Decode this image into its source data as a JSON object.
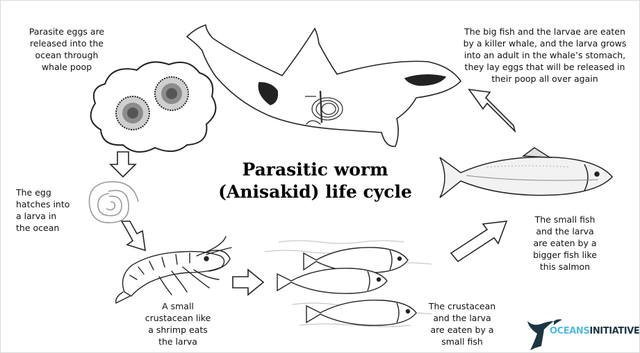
{
  "title": {
    "line1": "Parasitic worm",
    "line2": "(Anisakid) life cycle"
  },
  "captions": {
    "eggs": [
      "Parasite eggs are",
      "released into the",
      "ocean through",
      "whale poop"
    ],
    "hatch": [
      "The egg",
      "hatches into",
      "a larva in",
      "the ocean"
    ],
    "crustacean": [
      "A small",
      "crustacean like",
      "a shrimp eats",
      "the larva"
    ],
    "small_fish": [
      "The crustacean",
      "and the larva",
      "are eaten by a",
      "small fish"
    ],
    "bigger_fish": [
      "The small fish",
      "and the larva",
      "are eaten by a",
      "bigger fish like",
      "this salmon"
    ],
    "whale": [
      "The big fish and the larvae are eaten",
      "by a killer whale, and the larva grows",
      "into an adult in the whale’s stomach,",
      "they lay eggs that will be released in",
      "their poop all over again"
    ]
  },
  "logo": {
    "prefix": "OCEANS",
    "suffix": "INITIATIVE",
    "brand_dark": "#1d3642",
    "brand_light": "#53b9dd"
  },
  "icons": [
    "killer-whale-icon",
    "poop-cloud-icon",
    "parasite-egg-icon",
    "larva-spiral-icon",
    "shrimp-icon",
    "herring-icon",
    "salmon-icon",
    "outline-arrow-icon",
    "logo-tail-icon"
  ]
}
